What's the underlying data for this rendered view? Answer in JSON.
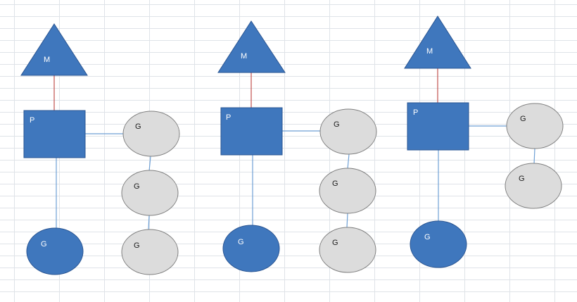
{
  "colors": {
    "blue_fill": "#3f77bd",
    "blue_stroke": "#2a5592",
    "gray_fill": "#dcdcdc",
    "gray_stroke": "#7f7f7f",
    "link_blue": "#6d9fd4",
    "link_red": "#c0504d"
  },
  "groups": [
    {
      "m_label": "M",
      "p_label": "P",
      "running_g_label": "G",
      "queue": [
        {
          "label": "G"
        },
        {
          "label": "G"
        },
        {
          "label": "G"
        }
      ]
    },
    {
      "m_label": "M",
      "p_label": "P",
      "running_g_label": "G",
      "queue": [
        {
          "label": "G"
        },
        {
          "label": "G"
        },
        {
          "label": "G"
        }
      ]
    },
    {
      "m_label": "M",
      "p_label": "P",
      "running_g_label": "G",
      "queue": [
        {
          "label": "G"
        },
        {
          "label": "G"
        }
      ]
    }
  ]
}
